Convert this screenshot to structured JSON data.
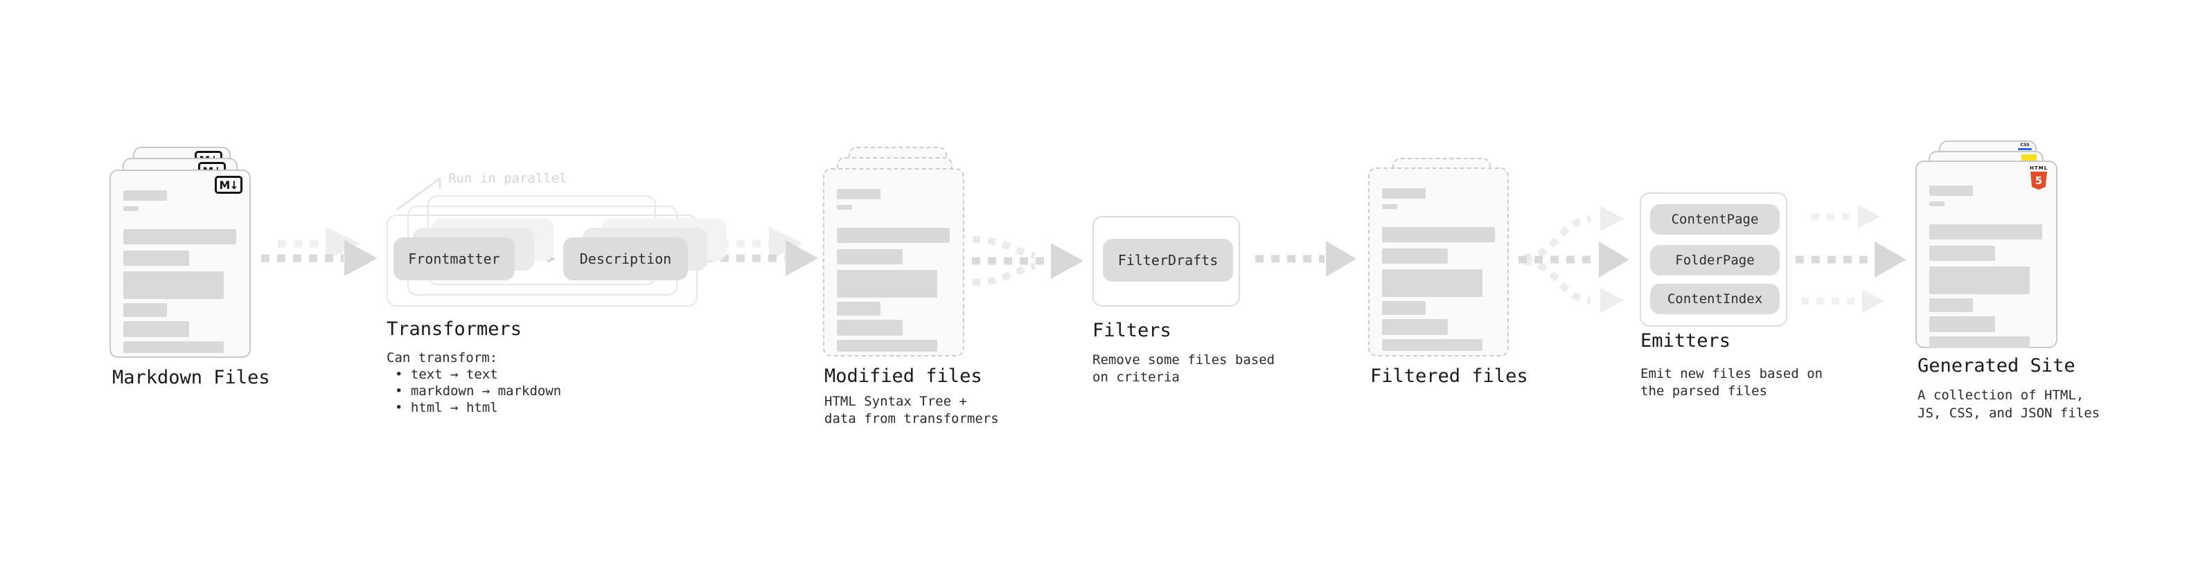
{
  "diagram": {
    "stages": {
      "markdown_files": {
        "label": "Markdown Files",
        "badge": "M↓"
      },
      "transformers": {
        "label": "Transformers",
        "annotation": "Run in parallel",
        "pills": {
          "frontmatter": "Frontmatter",
          "description": "Description"
        },
        "desc_intro": "Can transform:",
        "bullets": [
          "• text → text",
          "• markdown → markdown",
          "• html → html"
        ]
      },
      "modified_files": {
        "label": "Modified files",
        "desc": [
          "HTML Syntax Tree +",
          "data from transformers"
        ]
      },
      "filters": {
        "label": "Filters",
        "pill": "FilterDrafts",
        "desc": [
          "Remove some files based",
          "on criteria"
        ]
      },
      "filtered_files": {
        "label": "Filtered files"
      },
      "emitters": {
        "label": "Emitters",
        "pills": [
          "ContentPage",
          "FolderPage",
          "ContentIndex"
        ],
        "desc": [
          "Emit new files based on",
          "the parsed files"
        ]
      },
      "generated_site": {
        "label": "Generated Site",
        "desc": [
          "A collection of HTML,",
          "JS, CSS, and JSON files"
        ],
        "badges": {
          "css_label": "CSS",
          "html_label": "HTML",
          "html5_digit": "5"
        }
      }
    },
    "colors": {
      "background": "#ffffff",
      "card_bg": "#fafafa",
      "placeholder_bar": "#d9d9d9",
      "pill_bg": "#dcdcdc",
      "arrow_dark": "#d9d9d9",
      "arrow_light": "#efefef",
      "annotation_text": "#d4d4d4",
      "heading_text": "#191919",
      "css_blue": "#2965f1",
      "js_yellow": "#f7df1e",
      "html5_orange": "#e44d26"
    }
  }
}
